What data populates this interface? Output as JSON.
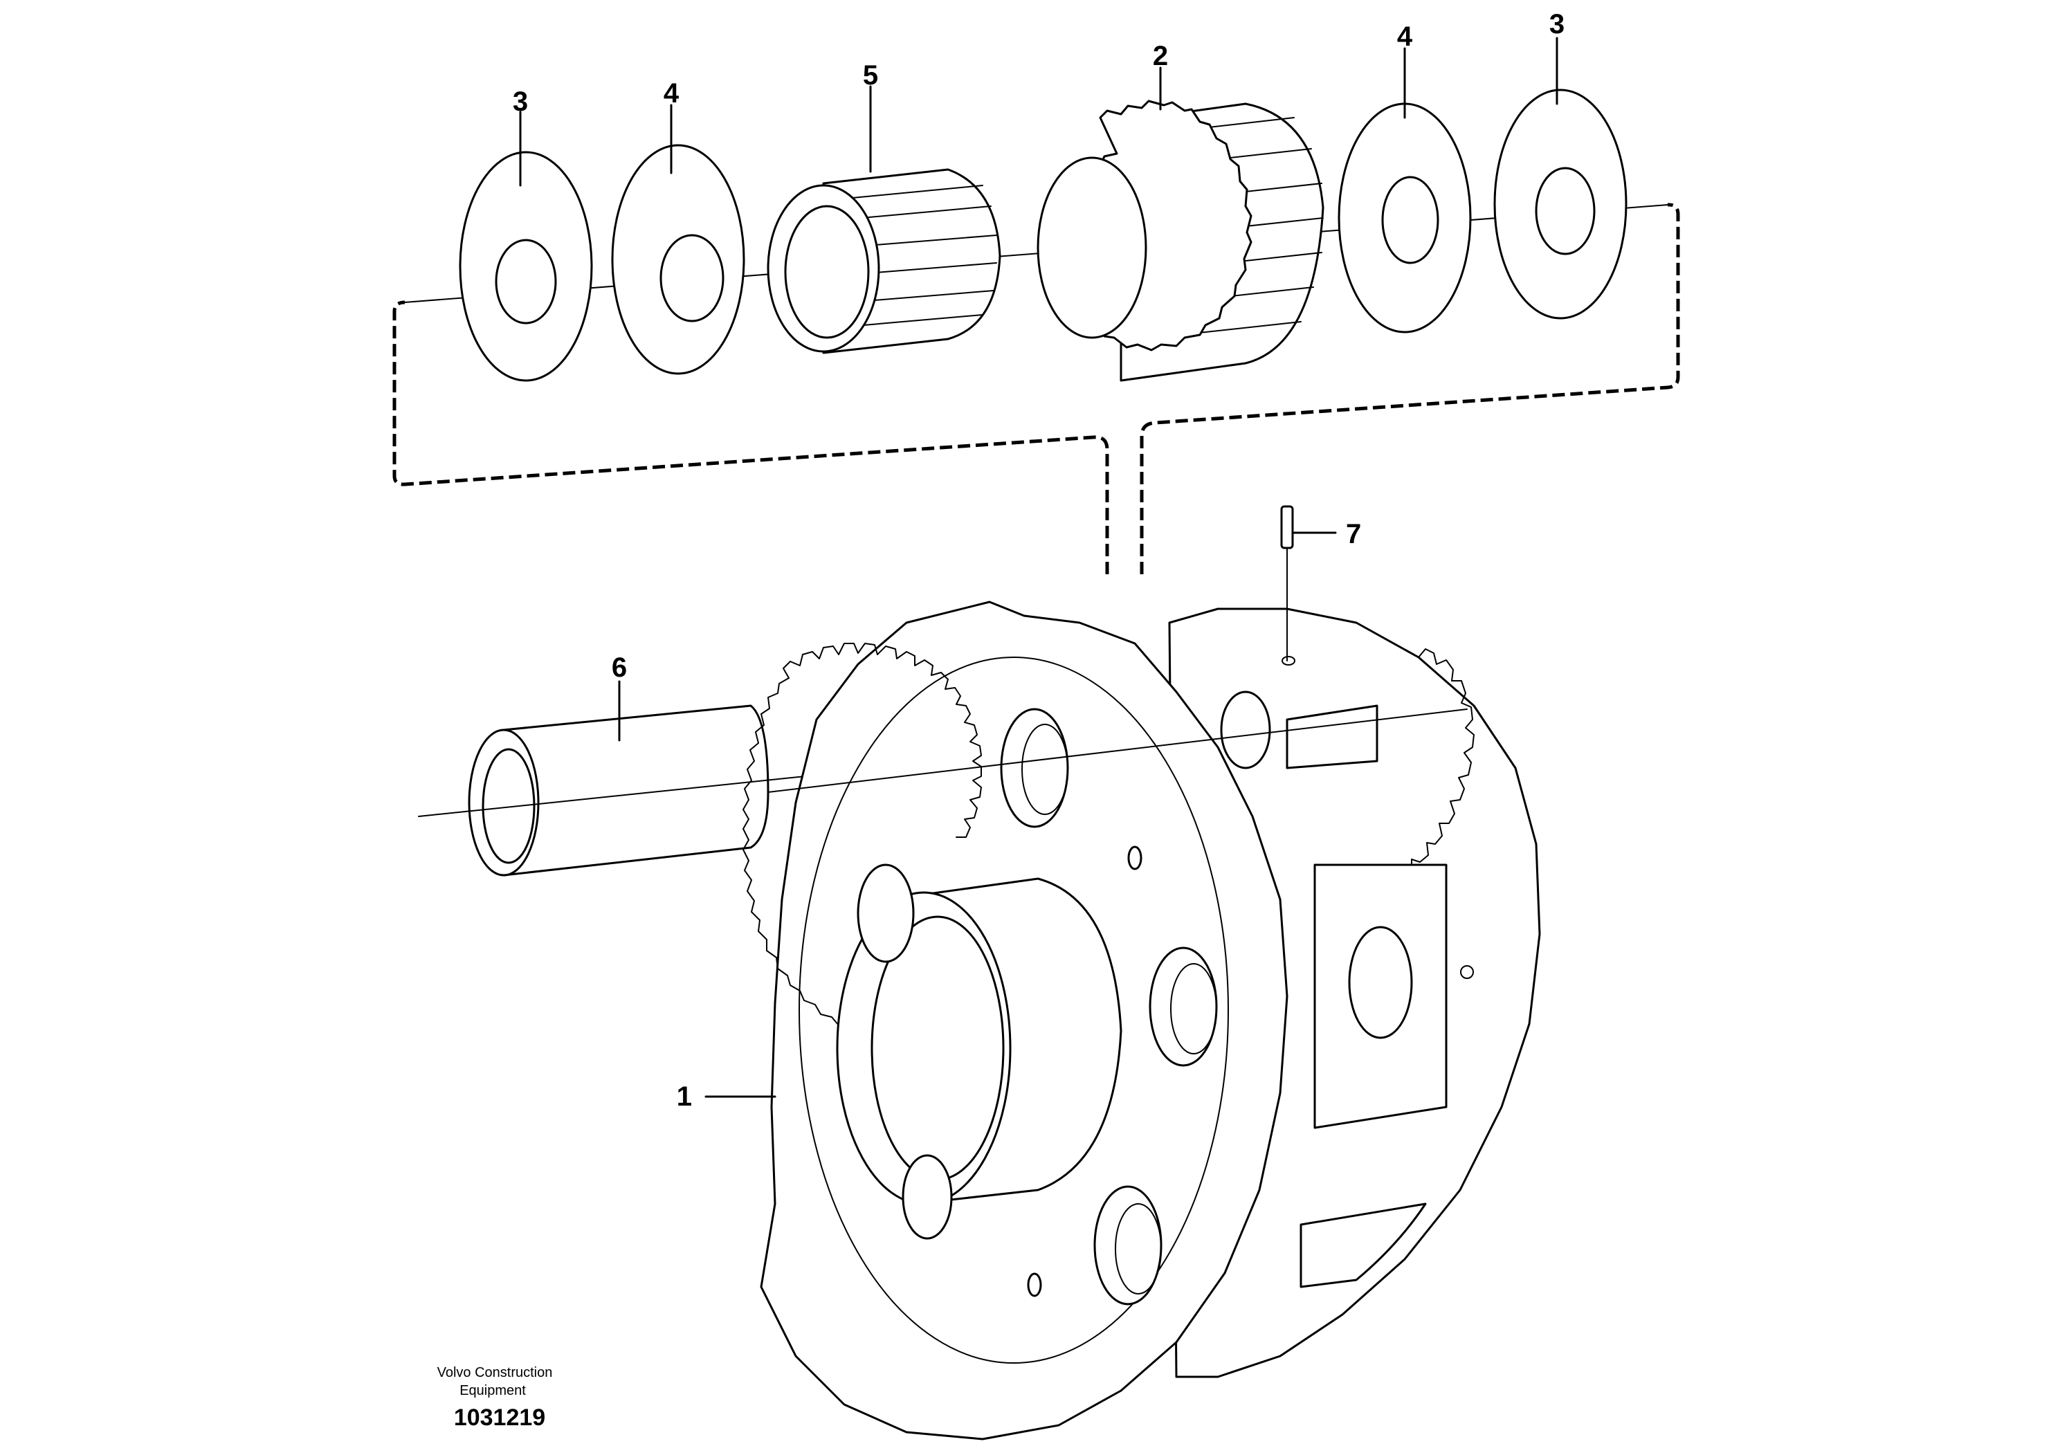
{
  "manufacturer_line1": "Volvo Construction",
  "manufacturer_line2": "Equipment",
  "illustration_number": "1031219",
  "callouts": [
    "3",
    "4",
    "5",
    "2",
    "4",
    "3",
    "7",
    "6",
    "1"
  ]
}
